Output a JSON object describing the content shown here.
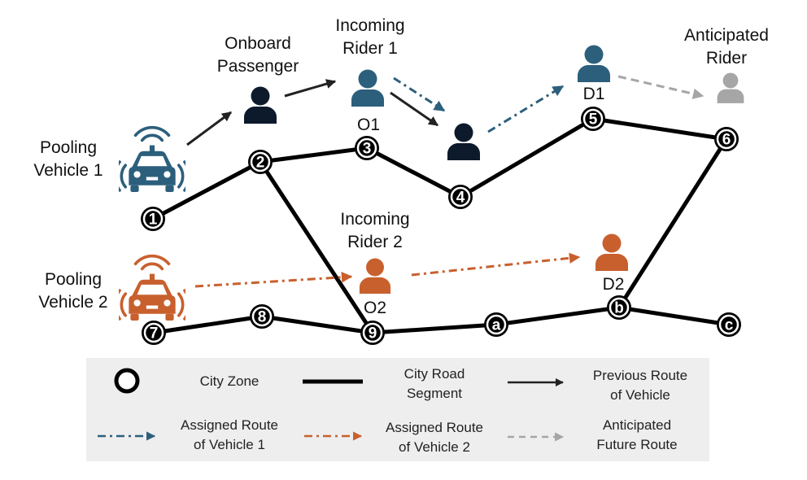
{
  "colors": {
    "road": "#000000",
    "node_fill": "#ffffff",
    "vehicle1": "#2c5f7c",
    "vehicle2": "#c8602e",
    "onboard": "#0c1a2b",
    "anticipated": "#a6a6a6",
    "legend_bg": "#eeeeee"
  },
  "nodes": [
    {
      "id": "1",
      "label": "1"
    },
    {
      "id": "2",
      "label": "2"
    },
    {
      "id": "3",
      "label": "3"
    },
    {
      "id": "4",
      "label": "4"
    },
    {
      "id": "5",
      "label": "5"
    },
    {
      "id": "6",
      "label": "6"
    },
    {
      "id": "7",
      "label": "7"
    },
    {
      "id": "8",
      "label": "8"
    },
    {
      "id": "9",
      "label": "9"
    },
    {
      "id": "a",
      "label": "a"
    },
    {
      "id": "b",
      "label": "b"
    },
    {
      "id": "c",
      "label": "c"
    }
  ],
  "road_segments": [
    [
      "1",
      "2"
    ],
    [
      "2",
      "3"
    ],
    [
      "3",
      "4"
    ],
    [
      "4",
      "5"
    ],
    [
      "5",
      "6"
    ],
    [
      "2",
      "9"
    ],
    [
      "7",
      "8"
    ],
    [
      "8",
      "9"
    ],
    [
      "9",
      "a"
    ],
    [
      "a",
      "b"
    ],
    [
      "b",
      "c"
    ],
    [
      "b",
      "6"
    ]
  ],
  "labels": {
    "pooling_vehicle_1": [
      "Pooling",
      "Vehicle 1"
    ],
    "pooling_vehicle_2": [
      "Pooling",
      "Vehicle 2"
    ],
    "onboard_passenger": [
      "Onboard",
      "Passenger"
    ],
    "incoming_rider_1": [
      "Incoming",
      "Rider 1"
    ],
    "incoming_rider_2": [
      "Incoming",
      "Rider 2"
    ],
    "anticipated_rider": [
      "Anticipated",
      "Rider"
    ],
    "o1": "O1",
    "o2": "O2",
    "d1": "D1",
    "d2": "D2"
  },
  "icons": {
    "vehicle": "connected-car-icon",
    "person": "person-icon"
  },
  "legend": {
    "city_zone": "City Zone",
    "city_road_segment": [
      "City Road",
      "Segment"
    ],
    "previous_route": [
      "Previous Route",
      "of Vehicle"
    ],
    "assigned_route_1": [
      "Assigned Route",
      "of Vehicle 1"
    ],
    "assigned_route_2": [
      "Assigned Route",
      "of Vehicle 2"
    ],
    "anticipated_route": [
      "Anticipated",
      "Future Route"
    ]
  }
}
